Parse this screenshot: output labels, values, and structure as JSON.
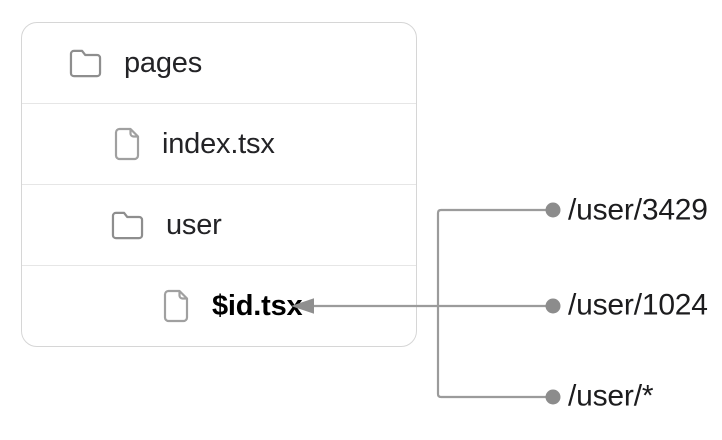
{
  "file_tree": {
    "items": [
      {
        "label": "pages",
        "icon": "folder-icon",
        "depth": 0,
        "emphasis": false
      },
      {
        "label": "index.tsx",
        "icon": "file-icon",
        "depth": 1,
        "emphasis": false
      },
      {
        "label": "user",
        "icon": "folder-icon",
        "depth": 1,
        "emphasis": false
      },
      {
        "label": "$id.tsx",
        "icon": "file-icon",
        "depth": 2,
        "emphasis": true
      }
    ]
  },
  "routes": {
    "items": [
      {
        "label": "/user/3429"
      },
      {
        "label": "/user/1024"
      },
      {
        "label": "/user/*"
      }
    ],
    "target": "$id.tsx"
  },
  "colors": {
    "background": "#ffffff",
    "card_border": "#d6d6d6",
    "row_divider": "#e6e6e6",
    "icon_stroke": "#8e8e8e",
    "connector_line": "#9b9b9b",
    "route_dot": "#8c8c8c",
    "arrow_head": "#8f8f8f",
    "text": "#232326",
    "text_emphasis": "#000000"
  }
}
